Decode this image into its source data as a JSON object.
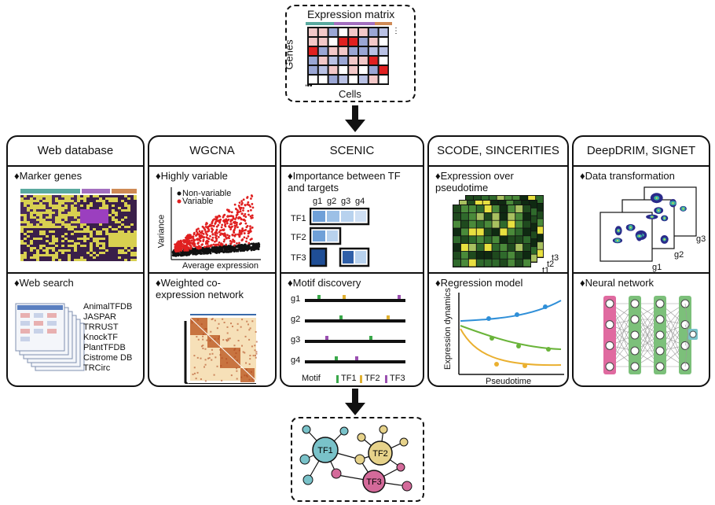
{
  "top": {
    "title": "Expression matrix",
    "genes_label": "Genes",
    "cells_label": "Cells"
  },
  "panels": [
    {
      "title": "Web database",
      "sec1": "♦Marker genes",
      "sec2": "♦Web search",
      "list": [
        "AnimalTFDB",
        "JASPAR",
        "TRRUST",
        "KnockTF",
        "PlantTFDB",
        "Cistrome DB",
        "TRCirc"
      ]
    },
    {
      "title": "WGCNA",
      "sec1": "♦Highly variable",
      "legend_nonvar": "Non-variable",
      "legend_var": "Variable",
      "ylabel": "Variance",
      "xlabel": "Average expression",
      "sec2_line1": "♦Weighted co-",
      "sec2_line2": "expression network"
    },
    {
      "title": "SCENIC",
      "sec1_line1": "♦Importance between TF",
      "sec1_line2": "and targets",
      "g_labels": [
        "g1",
        "g2",
        "g3",
        "g4"
      ],
      "tf_labels": [
        "TF1",
        "TF2",
        "TF3"
      ],
      "sec2": "♦Motif discovery",
      "motif_genes": [
        "g1",
        "g2",
        "g3",
        "g4"
      ],
      "motif_label": "Motif",
      "motif_legend": [
        "TF1",
        "TF2",
        "TF3"
      ]
    },
    {
      "title": "SCODE, SINCERITIES",
      "sec1_line1": "♦Expression over",
      "sec1_line2": "pseudotime",
      "t_labels": [
        "t3",
        "t2",
        "t1"
      ],
      "sec2": "♦Regression model",
      "ylabel": "Expression dynamics",
      "xlabel": "Pseudotime"
    },
    {
      "title": "DeepDRIM, SIGNET",
      "sec1": "♦Data transformation",
      "g_labels": [
        "g1",
        "g2",
        "g3"
      ],
      "sec2": "♦Neural network"
    }
  ],
  "network": {
    "nodes": [
      "TF1",
      "TF2",
      "TF3"
    ]
  },
  "colors": {
    "teal": "#5aa99f",
    "purple": "#a36fbf",
    "orange": "#cf8a55",
    "red": "#e02020",
    "blue_cell": "#9aa6d4",
    "navy": "#1a3a7a",
    "tf1": "#79c2c9",
    "tf2": "#e6d28a",
    "tf3": "#d46a9a"
  }
}
